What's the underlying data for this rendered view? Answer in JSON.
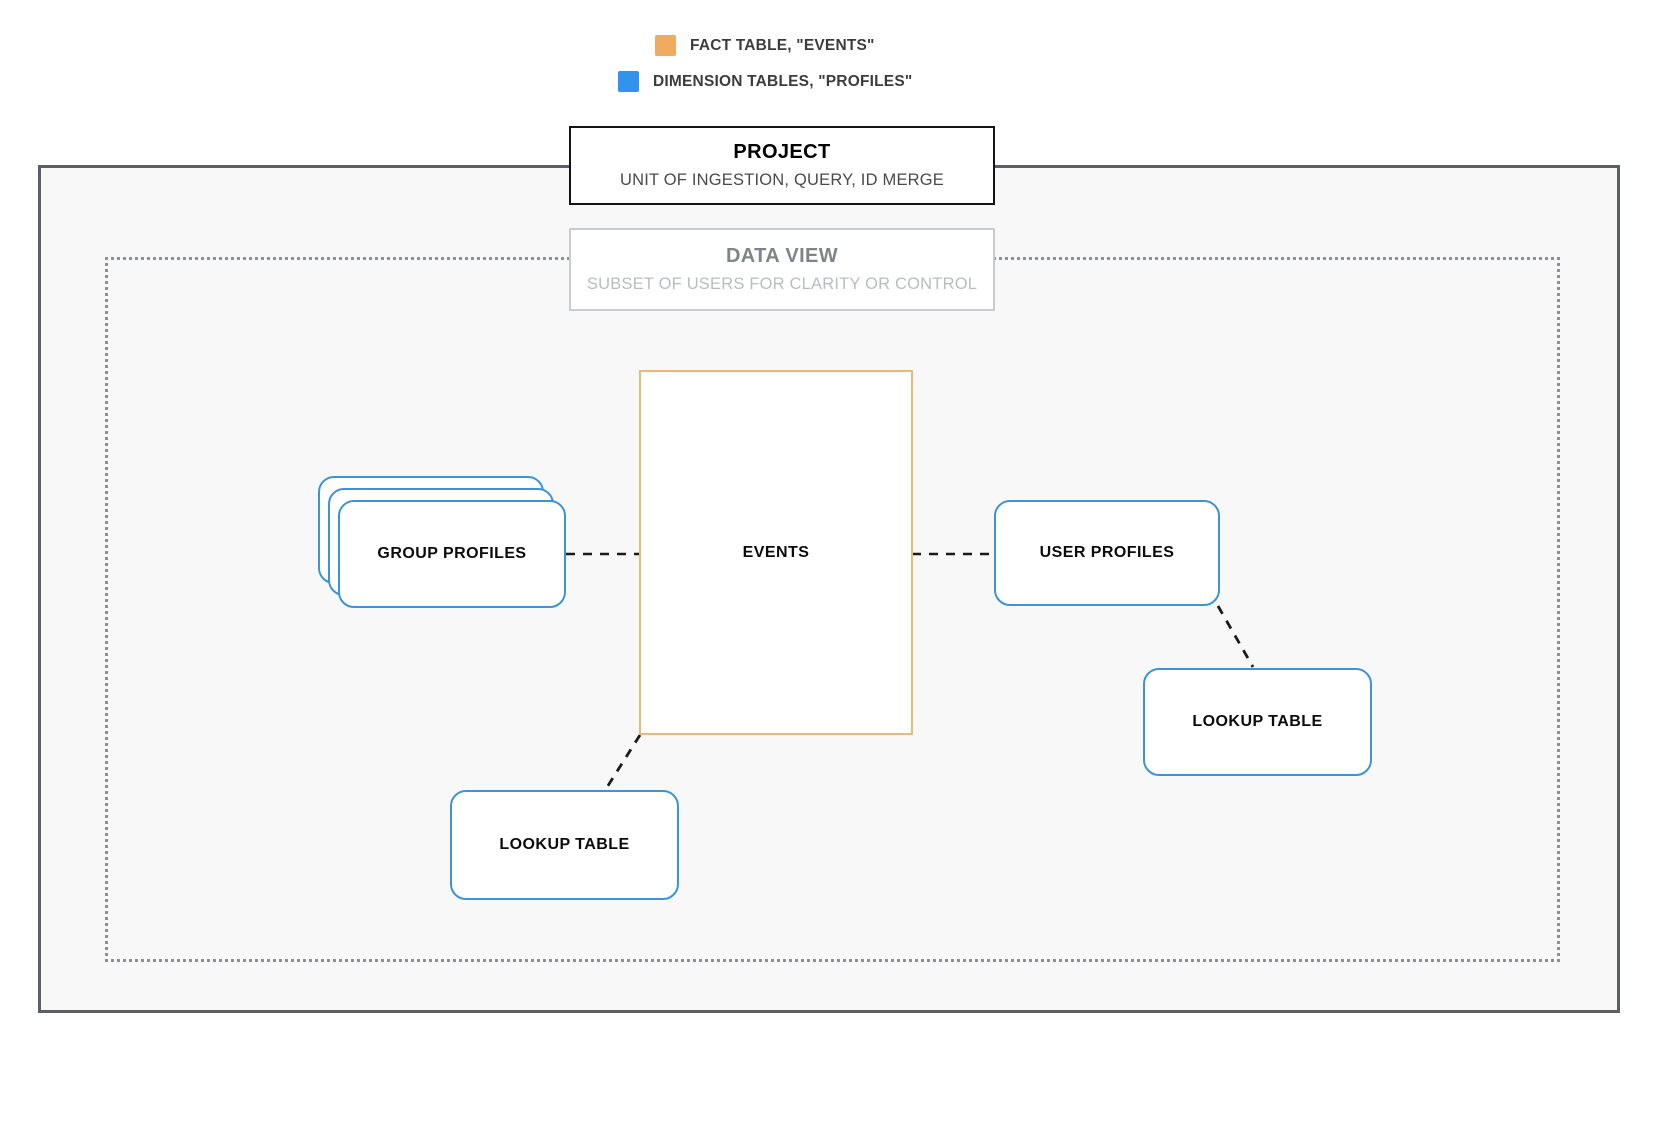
{
  "legend": {
    "items": [
      {
        "label": "FACT TABLE, \"EVENTS\"",
        "color": "#f0ab61",
        "icon": "orange-square-swatch"
      },
      {
        "label": "DIMENSION TABLES, \"PROFILES\"",
        "color": "#3193ec",
        "icon": "blue-square-swatch"
      }
    ]
  },
  "project": {
    "title": "PROJECT",
    "subtitle": "UNIT OF INGESTION, QUERY, ID MERGE",
    "border_color": "#141414",
    "fill_color": "#f8f8f8"
  },
  "data_view": {
    "title": "DATA VIEW",
    "subtitle": "SUBSET OF USERS FOR CLARITY OR CONTROL",
    "border_color": "#8d9196",
    "border_style": "dotted"
  },
  "nodes": {
    "events": {
      "label": "EVENTS",
      "color": "#e8b977",
      "shape": "rectangle"
    },
    "group_profiles": {
      "label": "GROUP PROFILES",
      "color": "#3f93d4",
      "shape": "stacked-rounded-rectangle",
      "stack_count": 3
    },
    "user_profiles": {
      "label": "USER PROFILES",
      "color": "#3f93d4",
      "shape": "rounded-rectangle"
    },
    "lookup_left": {
      "label": "LOOKUP TABLE",
      "color": "#3f93d4",
      "shape": "rounded-rectangle"
    },
    "lookup_right": {
      "label": "LOOKUP TABLE",
      "color": "#3f93d4",
      "shape": "rounded-rectangle"
    }
  },
  "connectors": [
    {
      "from": "group-profiles",
      "to": "events",
      "style": "dashed",
      "color": "#1a1a1a"
    },
    {
      "from": "events",
      "to": "user-profiles",
      "style": "dashed",
      "color": "#1a1a1a"
    },
    {
      "from": "events",
      "to": "lookup-left",
      "style": "dashed",
      "color": "#1a1a1a"
    },
    {
      "from": "user-profiles",
      "to": "lookup-right",
      "style": "dashed",
      "color": "#1a1a1a"
    }
  ]
}
